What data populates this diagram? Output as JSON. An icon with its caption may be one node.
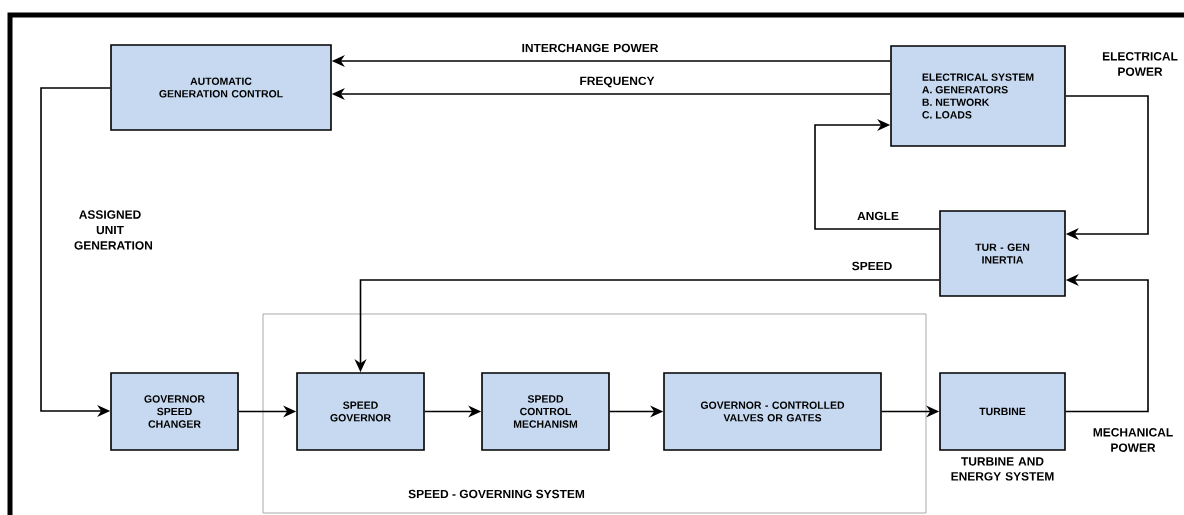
{
  "diagram": {
    "nodes": [
      {
        "text": [
          "AUTOMATIC GENERATION CONTROL"
        ]
      },
      {
        "text": [
          "ELECTRICAL SYSTEM",
          "A. GENERATORS",
          "B. NETWORK",
          "C. LOADS"
        ]
      },
      {
        "text": [
          "TUR - GEN INERTIA"
        ]
      },
      {
        "text": [
          "GOVERNOR SPEED CHANGER"
        ]
      },
      {
        "text": [
          "SPEED - GOVERNING SYSTEM"
        ]
      },
      {
        "text": [
          "SPEED GOVERNOR"
        ],
        "in": 4
      },
      {
        "text": [
          "SPEDD CONTROL MECHANISM"
        ],
        "in": 4
      },
      {
        "text": [
          "GOVERNOR - CONTROLLED VALVES OR GATES"
        ],
        "in": 4
      },
      {
        "text": [
          "TURBINE"
        ],
        "beside": [
          "TURBINE AND ENERGY SYSTEM"
        ]
      }
    ],
    "edges": [
      {
        "from": 1,
        "to": 0,
        "arrow": "to",
        "label": "INTERCHANGE POWER"
      },
      {
        "from": 1,
        "to": 0,
        "arrow": "to",
        "label": "FREQUENCY"
      },
      {
        "from": 1,
        "to": 2,
        "arrow": "to",
        "label": "ELECTRICAL POWER"
      },
      {
        "from": 2,
        "to": 1,
        "arrow": "to",
        "label": "ANGLE"
      },
      {
        "from": 2,
        "to": 5,
        "arrow": "to",
        "label": "SPEED"
      },
      {
        "from": 0,
        "to": 3,
        "arrow": "to",
        "label": "ASSIGNED UNIT GENERATION"
      },
      {
        "from": 3,
        "to": 5,
        "arrow": "to"
      },
      {
        "from": 5,
        "to": 6,
        "arrow": "to"
      },
      {
        "from": 6,
        "to": 7,
        "arrow": "to"
      },
      {
        "from": 7,
        "to": 8,
        "arrow": "to"
      },
      {
        "from": 8,
        "to": 2,
        "arrow": "to",
        "label": "MECHANICAL POWER"
      }
    ]
  }
}
